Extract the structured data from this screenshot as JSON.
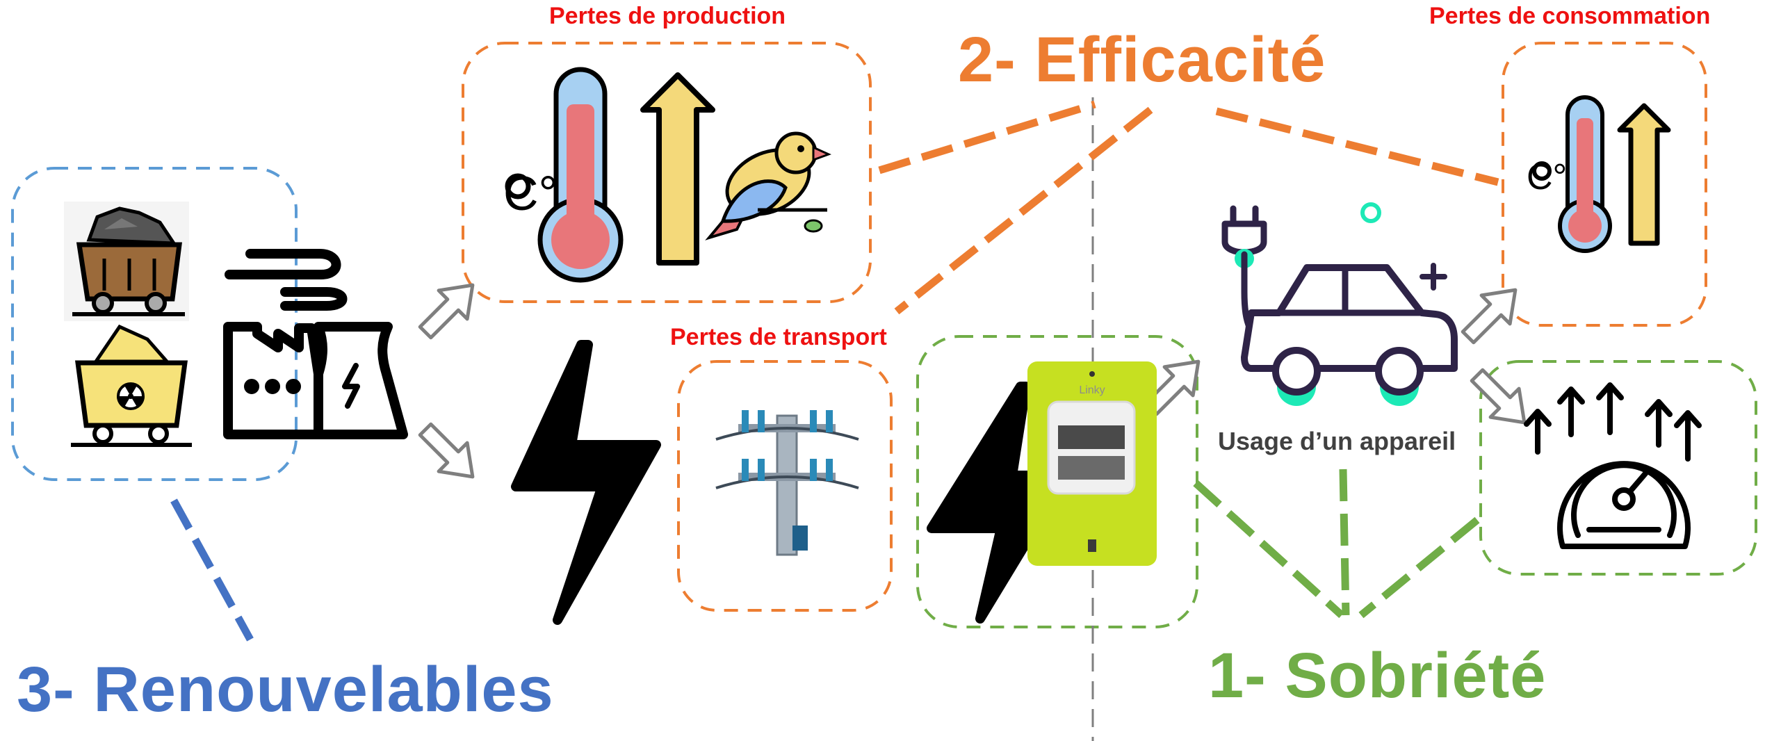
{
  "labels": {
    "loss_production": "Pertes de production",
    "loss_transport": "Pertes de transport",
    "loss_consumption": "Pertes de consommation",
    "efficiency": "2- Efficacité",
    "renewables": "3- Renouvelables",
    "sobriety": "1- Sobriété",
    "device_usage": "Usage d’un appareil",
    "meter_brand": "Linky",
    "celsius": "C°"
  },
  "colors": {
    "loss_red": "#ee1111",
    "efficiency_orange": "#ed7d31",
    "renewables_blue": "#4472c4",
    "sobriety_green": "#70ad47",
    "meter_lime": "#c6e021",
    "car_purple": "#2e2347",
    "car_accent_teal": "#1de9b6"
  },
  "icons": [
    "coal-cart-icon",
    "uranium-cart-icon",
    "power-plant-icon",
    "lightning-icon",
    "thermometer-icon",
    "up-arrow-icon",
    "bird-icon",
    "power-pylon-icon",
    "smart-meter-icon",
    "electric-car-icon",
    "speedometer-icon"
  ]
}
